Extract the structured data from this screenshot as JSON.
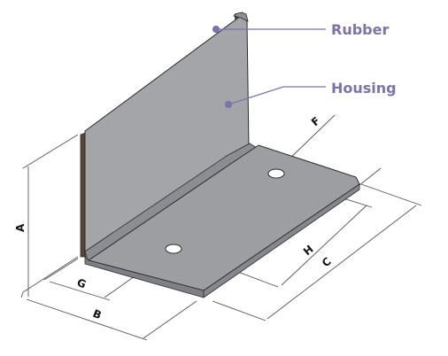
{
  "callouts": {
    "rubber": "Rubber",
    "housing": "Housing"
  },
  "dimensions": {
    "a": "A",
    "b": "B",
    "c": "C",
    "f": "F",
    "g": "G",
    "h": "H"
  },
  "colors": {
    "callout": "#7a74ab",
    "metal_face": "#999b9f",
    "metal_face_light": "#a5a7ab",
    "metal_edge": "#7e8085",
    "rubber": "#5a4535",
    "outline": "#2b2b2b",
    "dim_line": "#555555"
  }
}
